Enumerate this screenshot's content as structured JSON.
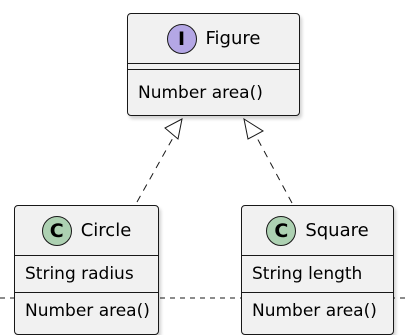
{
  "nodes": {
    "figure": {
      "stereotype_letter": "I",
      "stereotype_color": "#b4a7e5",
      "name": "Figure",
      "fields": [],
      "methods": [
        "Number area()"
      ]
    },
    "circle": {
      "stereotype_letter": "C",
      "stereotype_color": "#add1b2",
      "name": "Circle",
      "fields": [
        "String radius"
      ],
      "methods": [
        "Number area()"
      ]
    },
    "square": {
      "stereotype_letter": "C",
      "stereotype_color": "#add1b2",
      "name": "Square",
      "fields": [
        "String length"
      ],
      "methods": [
        "Number area()"
      ]
    }
  },
  "relations": [
    {
      "from": "circle",
      "to": "figure",
      "type": "realization"
    },
    {
      "from": "square",
      "to": "figure",
      "type": "realization"
    }
  ]
}
